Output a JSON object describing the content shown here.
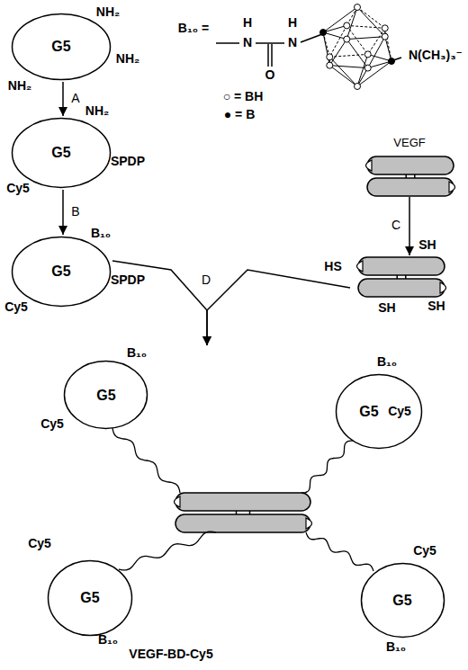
{
  "diagram": {
    "nodes": [
      {
        "text": [
          "G5",
          "NH₂",
          "NH₂",
          "NH₂"
        ]
      },
      {
        "text": [
          "G5",
          "NH₂",
          "Cy5",
          "SPDP"
        ]
      },
      {
        "text": [
          "G5",
          "B₁₀",
          "Cy5",
          "SPDP"
        ]
      },
      {
        "text": [
          "VEGF"
        ]
      },
      {
        "text": [
          "HS",
          "SH",
          "SH",
          "SH"
        ]
      },
      {
        "text": [
          "VEGF-BD-Cy5"
        ]
      },
      {
        "text": [
          "G5",
          "B₁₀",
          "Cy5"
        ],
        "in": 5
      },
      {
        "text": [
          "G5",
          "Cy5",
          "B₁₀"
        ],
        "in": 5
      },
      {
        "text": [
          "G5",
          "Cy5",
          "B₁₀"
        ],
        "in": 5
      },
      {
        "text": [
          "G5",
          "Cy5",
          "B₁₀"
        ],
        "in": 5
      }
    ],
    "edges": [
      {
        "from": 0,
        "to": 1,
        "label": "A",
        "arrow": "to"
      },
      {
        "from": 1,
        "to": 2,
        "label": "B",
        "arrow": "to"
      },
      {
        "from": 3,
        "to": 4,
        "label": "C",
        "arrow": "to"
      },
      {
        "from": 2,
        "to": 5,
        "label": "D",
        "arrow": "to"
      },
      {
        "from": 4,
        "to": 5,
        "arrow": "to"
      }
    ],
    "labels": [
      "B₁₀ =",
      "H",
      "N",
      "H",
      "N",
      "O",
      "N(CH₃)₃⁻",
      "○ = BH",
      "● = B"
    ]
  }
}
